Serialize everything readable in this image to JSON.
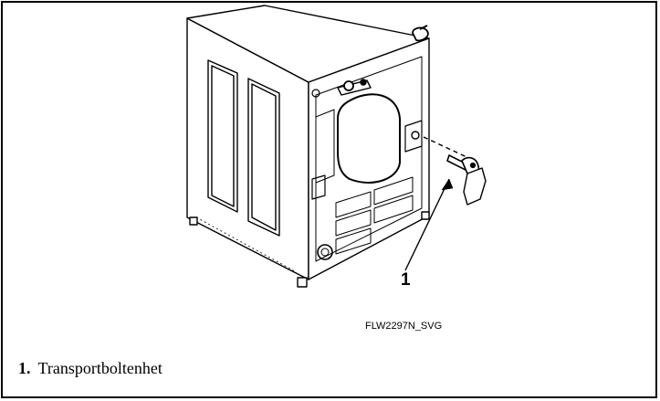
{
  "figure": {
    "callout_number": "1",
    "figure_id": "FLW2297N_SVG"
  },
  "legend": {
    "items": [
      {
        "number": "1.",
        "text": "Transportboltenhet"
      }
    ]
  }
}
